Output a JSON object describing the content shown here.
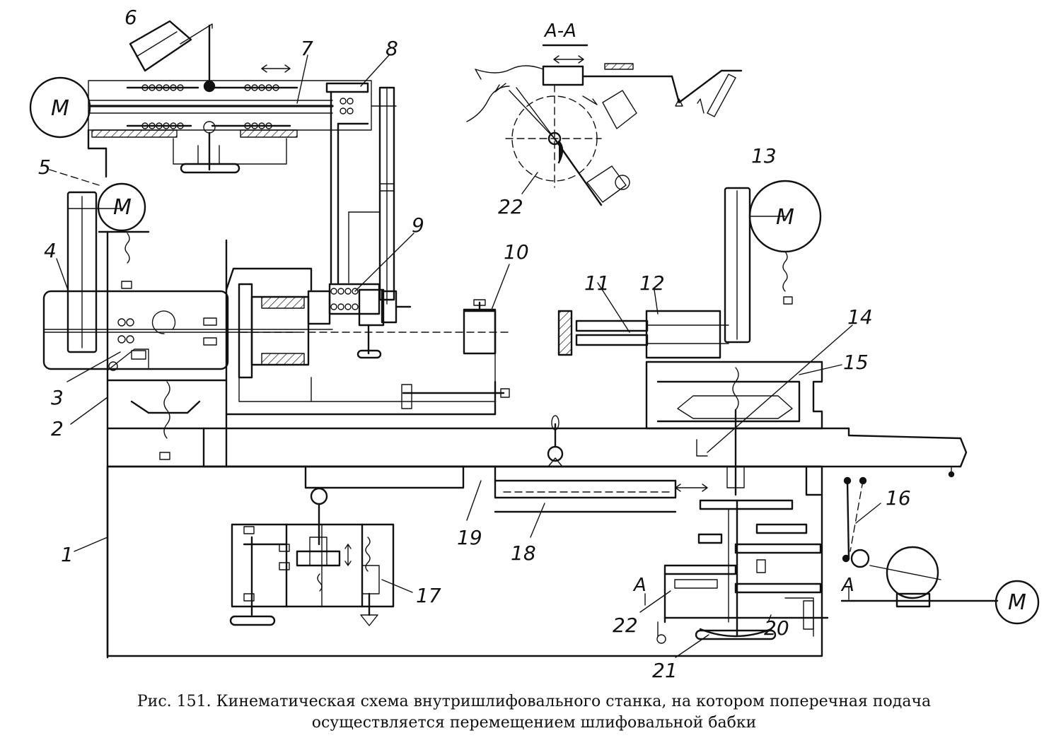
{
  "labels": {
    "n1": "1",
    "n2": "2",
    "n3": "3",
    "n4": "4",
    "n5": "5",
    "n6": "6",
    "n7": "7",
    "n8": "8",
    "n9": "9",
    "n10": "10",
    "n11": "11",
    "n12": "12",
    "n13": "13",
    "n14": "14",
    "n15": "15",
    "n16": "16",
    "n17": "17",
    "n18": "18",
    "n19": "19",
    "n20": "20",
    "n21": "21",
    "n22": "22",
    "n22b": "22"
  },
  "motors": {
    "m1": "M",
    "m2": "M",
    "m3": "M",
    "m4": "M"
  },
  "section": {
    "title": "A-A",
    "mark_left": "A",
    "mark_right": "A"
  },
  "caption": {
    "line1": "Рис. 151. Кинематическая схема внутришлифовального станка, на котором поперечная подача",
    "line2": "осуществляется перемещением шлифовальной бабки"
  }
}
